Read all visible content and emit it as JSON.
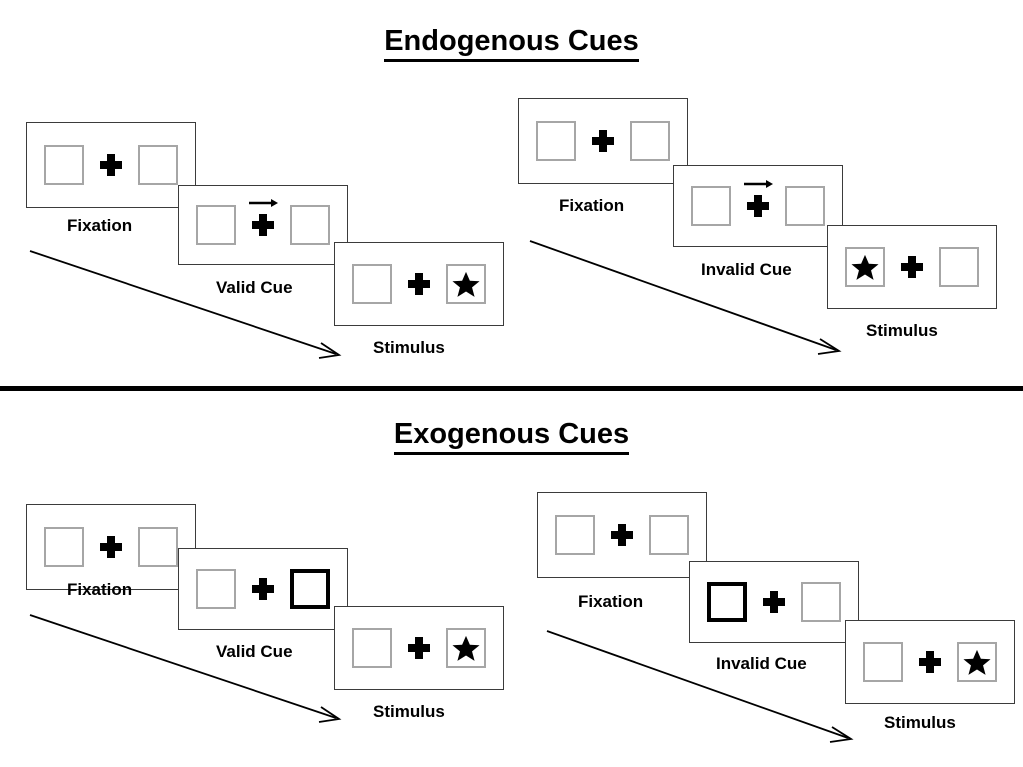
{
  "figure": {
    "title_top": "Endogenous Cues",
    "title_bottom": "Exogenous Cues",
    "divider_color": "#000000",
    "frame_border_color": "#3b3b3b",
    "box_border_color": "#a6a6a6",
    "cue_highlight_color": "#000000",
    "star_color": "#000000"
  },
  "sections": [
    {
      "id": "endogenous",
      "title": "Endogenous Cues",
      "cue_type": "central-arrow",
      "trials": [
        {
          "id": "endogenous-valid",
          "condition": "Valid",
          "panels": [
            {
              "label": "Fixation",
              "left_box": "empty",
              "right_box": "empty",
              "center": "plus",
              "cue": "none"
            },
            {
              "label": "Valid Cue",
              "left_box": "empty",
              "right_box": "empty",
              "center": "plus",
              "cue": "arrow-right"
            },
            {
              "label": "Stimulus",
              "left_box": "empty",
              "right_box": "star",
              "center": "plus",
              "cue": "none"
            }
          ]
        },
        {
          "id": "endogenous-invalid",
          "condition": "Invalid",
          "panels": [
            {
              "label": "Fixation",
              "left_box": "empty",
              "right_box": "empty",
              "center": "plus",
              "cue": "none"
            },
            {
              "label": "Invalid Cue",
              "left_box": "empty",
              "right_box": "empty",
              "center": "plus",
              "cue": "arrow-right"
            },
            {
              "label": "Stimulus",
              "left_box": "star",
              "right_box": "empty",
              "center": "plus",
              "cue": "none"
            }
          ]
        }
      ]
    },
    {
      "id": "exogenous",
      "title": "Exogenous Cues",
      "cue_type": "peripheral-box-flash",
      "trials": [
        {
          "id": "exogenous-valid",
          "condition": "Valid",
          "panels": [
            {
              "label": "Fixation",
              "left_box": "empty",
              "right_box": "empty",
              "center": "plus",
              "cue": "none"
            },
            {
              "label": "Valid Cue",
              "left_box": "empty",
              "right_box": "thick",
              "center": "plus",
              "cue": "box-right"
            },
            {
              "label": "Stimulus",
              "left_box": "empty",
              "right_box": "star",
              "center": "plus",
              "cue": "none"
            }
          ]
        },
        {
          "id": "exogenous-invalid",
          "condition": "Invalid",
          "panels": [
            {
              "label": "Fixation",
              "left_box": "empty",
              "right_box": "empty",
              "center": "plus",
              "cue": "none"
            },
            {
              "label": "Invalid Cue",
              "left_box": "thick",
              "right_box": "empty",
              "center": "plus",
              "cue": "box-left"
            },
            {
              "label": "Stimulus",
              "left_box": "empty",
              "right_box": "star",
              "center": "plus",
              "cue": "none"
            }
          ]
        }
      ]
    }
  ],
  "labels": {
    "fixation": "Fixation",
    "valid_cue": "Valid Cue",
    "invalid_cue": "Invalid Cue",
    "stimulus": "Stimulus"
  },
  "time_arrows": [
    {
      "id": "arrow-endo-valid",
      "direction": "down-right"
    },
    {
      "id": "arrow-endo-invalid",
      "direction": "down-right"
    },
    {
      "id": "arrow-exo-valid",
      "direction": "down-right"
    },
    {
      "id": "arrow-exo-invalid",
      "direction": "down-right"
    }
  ]
}
